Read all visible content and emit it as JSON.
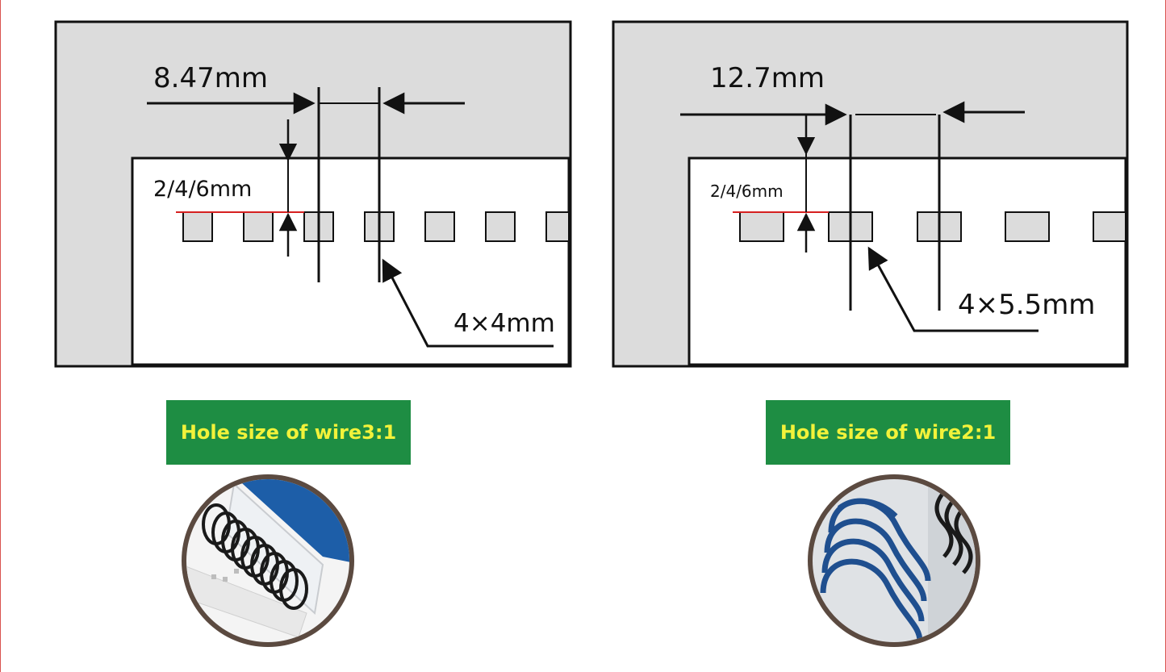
{
  "left_panel": {
    "pitch_label": "8.47mm",
    "margin_label": "2/4/6mm",
    "hole_label": "4×4mm",
    "badge_text": "Hole size of wire3:1"
  },
  "right_panel": {
    "pitch_label": "12.7mm",
    "margin_label": "2/4/6mm",
    "hole_label": "4×5.5mm",
    "badge_text": "Hole size of wire2:1"
  },
  "colors": {
    "panel_gray": "#dcdcdc",
    "stroke": "#111111",
    "margin_line": "#d62020",
    "badge_bg": "#1e8d43",
    "badge_text": "#f2f23a",
    "photo_ring": "#5b4a40",
    "wire_black": "#1a1a1a",
    "wire_blue": "#1f4f8f"
  }
}
